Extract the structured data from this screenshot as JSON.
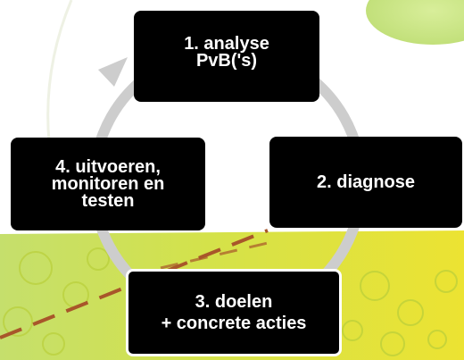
{
  "colors": {
    "box": "#000000",
    "box_text": "#ffffff",
    "cycle_arrow": "#c8c8c8",
    "background_green": "#c9e76a",
    "background_yellow": "#e4e236"
  },
  "diagram": {
    "type": "cycle",
    "steps": [
      {
        "label": "1. analyse\nPvB('s)"
      },
      {
        "label": "2. diagnose"
      },
      {
        "label": "3. doelen\n+ concrete acties"
      },
      {
        "label": "4. uitvoeren,\nmonitoren en\ntesten"
      }
    ]
  }
}
